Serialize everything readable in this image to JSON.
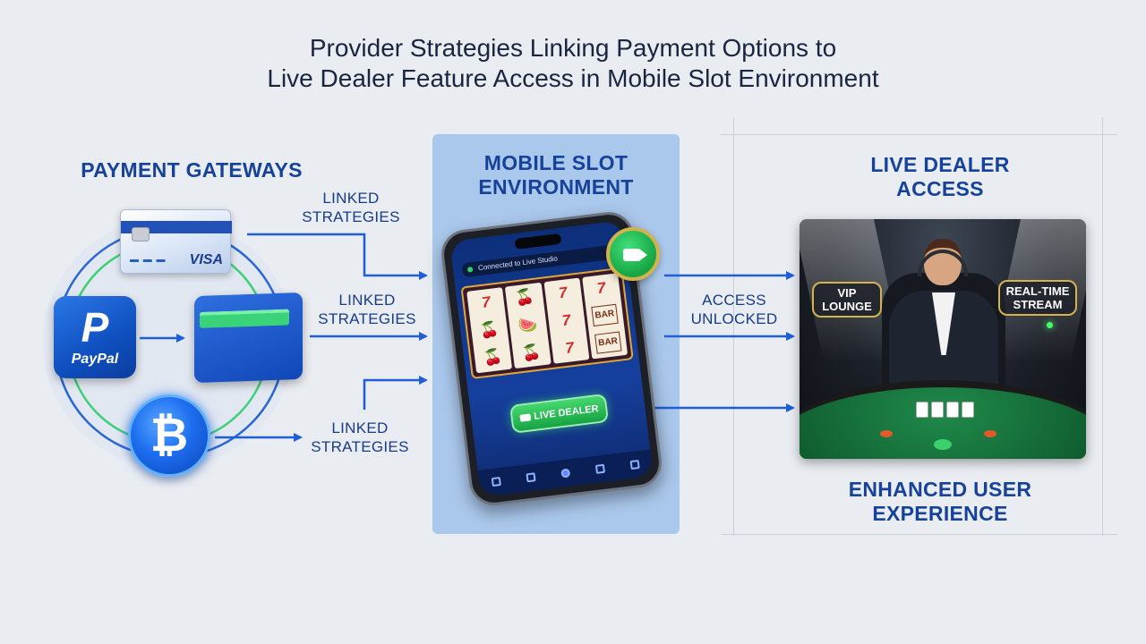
{
  "title": {
    "line1": "Provider Strategies Linking Payment Options to",
    "line2": "Live Dealer Feature Access in Mobile Slot Environment"
  },
  "payment": {
    "heading": "PAYMENT GATEWAYS",
    "card_brand": "VISA",
    "paypal_label": "PayPal",
    "paypal_letter": "P",
    "bitcoin_symbol": "₿",
    "icons": [
      "credit-card-icon",
      "paypal-icon",
      "wallet-icon",
      "bitcoin-icon"
    ]
  },
  "links": {
    "top": {
      "line1": "LINKED",
      "line2": "STRATEGIES"
    },
    "middle": {
      "line1": "LINKED",
      "line2": "STRATEGIES"
    },
    "bottom": {
      "line1": "LINKED",
      "line2": "STRATEGIES"
    }
  },
  "center": {
    "heading_line1": "MOBILE SLOT",
    "heading_line2": "ENVIRONMENT",
    "status_text": "Connected to Live Studio",
    "live_button": "LIVE DEALER",
    "reels": [
      [
        "7",
        "🍒",
        "🍒"
      ],
      [
        "🍒",
        "🍉",
        "🍒"
      ],
      [
        "7",
        "7",
        "7"
      ],
      [
        "7",
        "BAR",
        "BAR"
      ]
    ]
  },
  "access": {
    "line1": "ACCESS",
    "line2": "UNLOCKED"
  },
  "live_dealer": {
    "heading_line1": "LIVE DEALER",
    "heading_line2": "ACCESS",
    "badge_vip_line1": "VIP",
    "badge_vip_line2": "LOUNGE",
    "badge_stream_line1": "REAL-TIME",
    "badge_stream_line2": "STREAM"
  },
  "result": {
    "line1": "ENHANCED USER",
    "line2": "EXPERIENCE"
  },
  "colors": {
    "background": "#e9ecf1",
    "heading_blue": "#16429a",
    "arrow_blue": "#1f5fd6",
    "panel_blue": "#aac8ec",
    "live_green": "#17a243",
    "badge_gold": "#d5b44c"
  }
}
